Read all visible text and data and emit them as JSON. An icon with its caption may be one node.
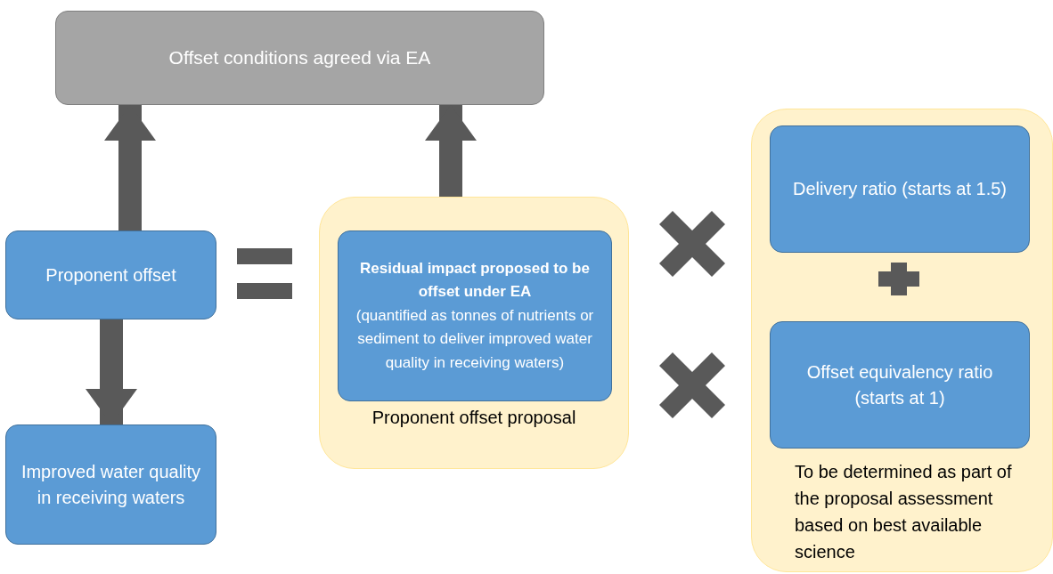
{
  "diagram": {
    "nodes": [
      {
        "text": [
          "Offset conditions agreed via EA"
        ]
      },
      {
        "text": [
          "Proponent offset"
        ]
      },
      {
        "text": [
          "Improved water quality in receiving waters"
        ]
      },
      {
        "text": [
          "Proponent offset proposal"
        ]
      },
      {
        "text": [
          "Residual impact proposed to be offset under EA",
          "(quantified as tonnes of nutrients or sediment to deliver improved water quality in receiving waters)"
        ],
        "in": 3
      },
      {
        "text": [
          "To be determined as part of the proposal assessment based on best available science"
        ]
      },
      {
        "text": [
          "Delivery ratio (starts at 1.5)"
        ],
        "in": 5
      },
      {
        "text": [
          "Offset equivalency ratio (starts at 1)"
        ],
        "in": 5
      }
    ],
    "edges": [
      {
        "from": 1,
        "to": 0,
        "arrow": "to"
      },
      {
        "from": 3,
        "to": 0,
        "arrow": "to"
      },
      {
        "from": 1,
        "to": 2,
        "arrow": "to"
      }
    ]
  }
}
